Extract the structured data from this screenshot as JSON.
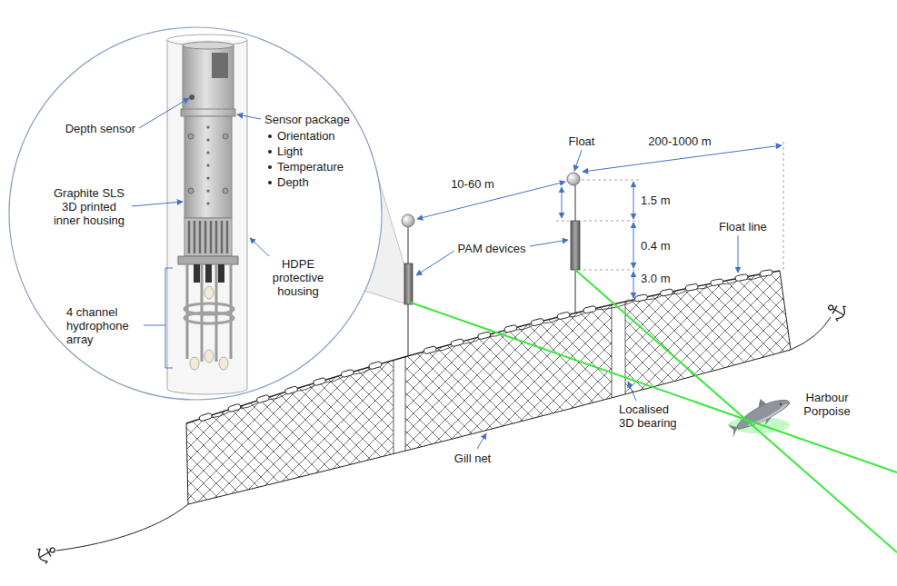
{
  "diagram": {
    "labels": [
      "Depth sensor",
      "Sensor package",
      "Orientation",
      "Light",
      "Temperature",
      "Depth",
      "Graphite SLS 3D printed inner housing",
      "HDPE protective housing",
      "4 channel hydrophone array",
      "Float",
      "10-60 m",
      "200-1000 m",
      "1.5 m",
      "0.4 m",
      "3.0 m",
      "PAM devices",
      "Float line",
      "Gill net",
      "Localised 3D bearing",
      "Harbour Porpoise"
    ]
  }
}
